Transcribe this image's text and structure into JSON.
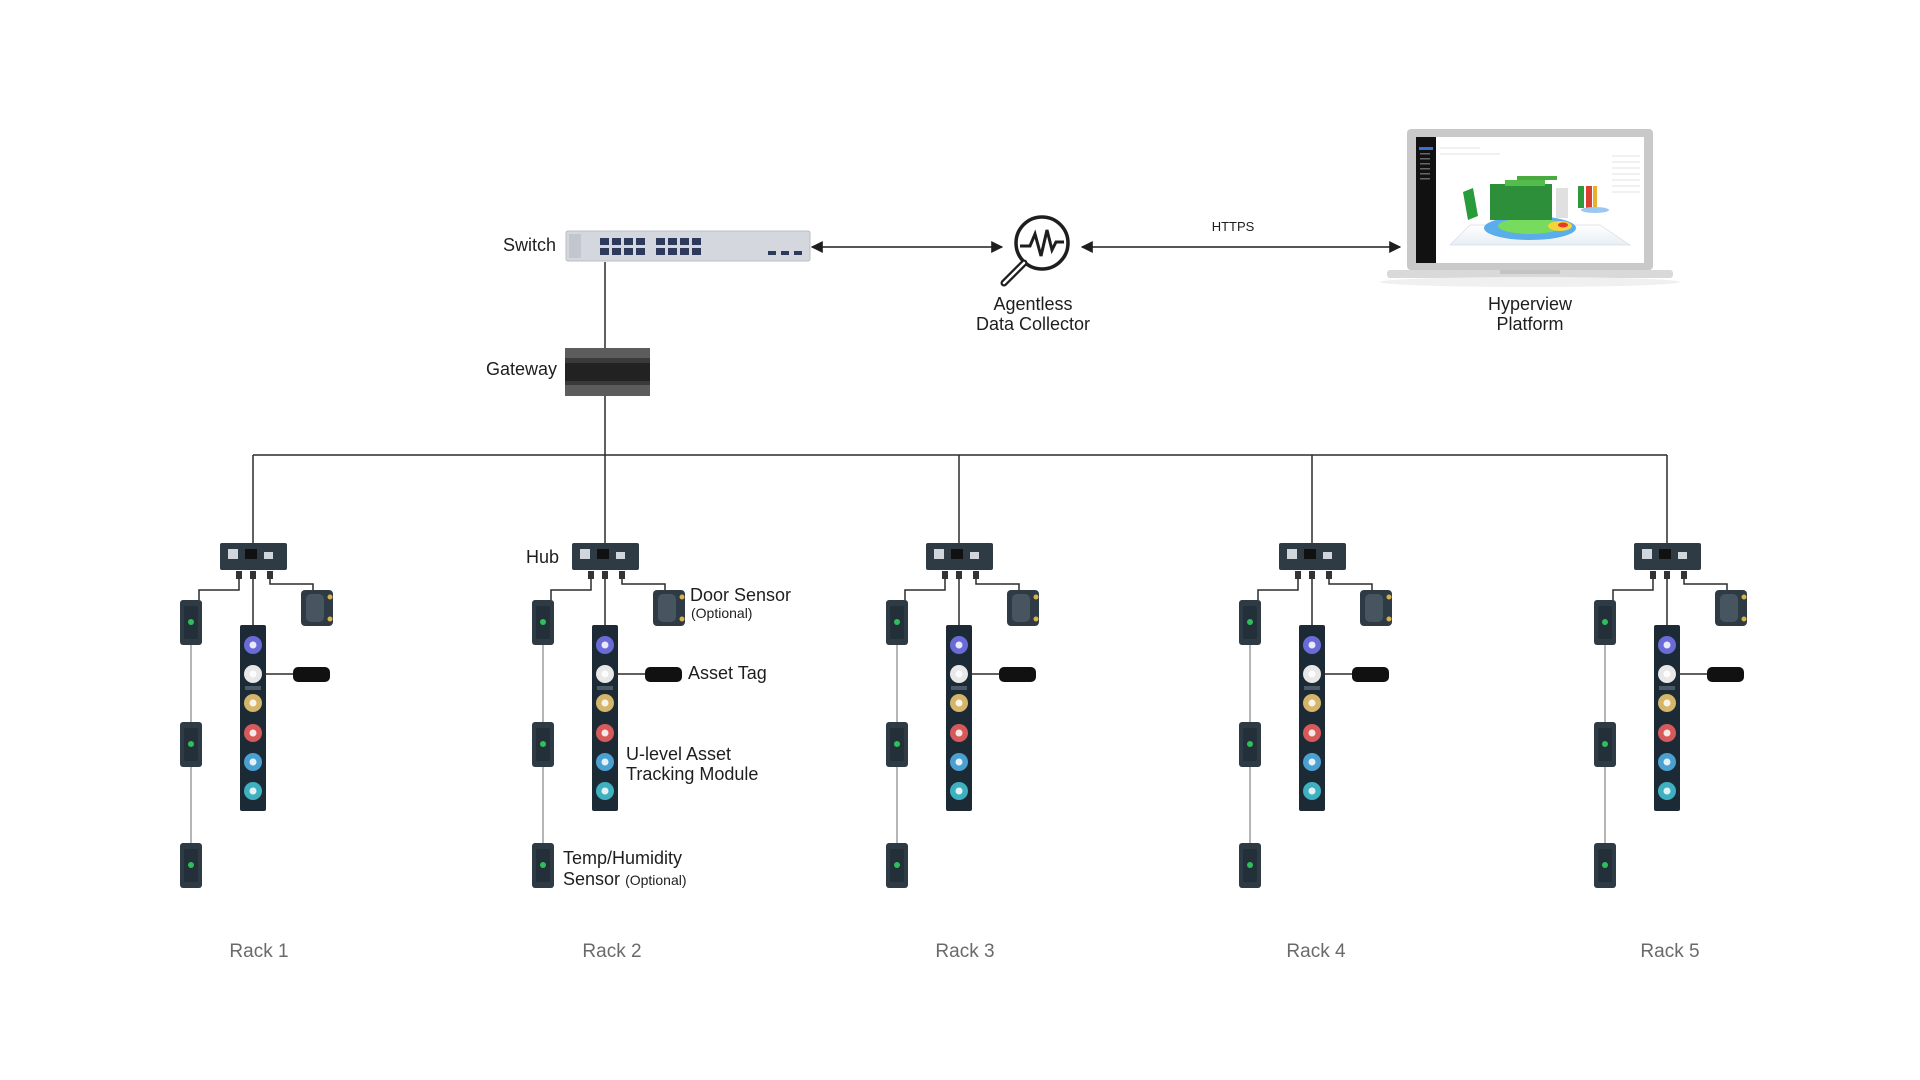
{
  "labels": {
    "switch": "Switch",
    "gateway": "Gateway",
    "collector_line1": "Agentless",
    "collector_line2": "Data Collector",
    "https": "HTTPS",
    "platform_line1": "Hyperview",
    "platform_line2": "Platform",
    "hub": "Hub",
    "door_sensor": "Door Sensor",
    "door_sensor_note": "(Optional)",
    "asset_tag": "Asset Tag",
    "module_line1": "U-level Asset",
    "module_line2": "Tracking Module",
    "temp_line1": "Temp/Humidity",
    "temp_line2": "Sensor",
    "temp_note": "(Optional)"
  },
  "racks": [
    {
      "label": "Rack 1"
    },
    {
      "label": "Rack 2"
    },
    {
      "label": "Rack 3"
    },
    {
      "label": "Rack 4"
    },
    {
      "label": "Rack 5"
    }
  ],
  "colors": {
    "line": "#2b2b2b",
    "device_dark": "#2f3b44",
    "module_strip": "#1c2a36",
    "led_green": "#2fbf5a",
    "switch_body": "#d4d8de",
    "switch_port": "#2e3a5c",
    "gateway_body": "#3d3d3d",
    "laptop_frame": "#c8c8c8",
    "dot_colors": [
      "#6a6bd6",
      "#e8e8e8",
      "#d4b56a",
      "#d65a5a",
      "#4aa0d0",
      "#3fb0c0"
    ]
  }
}
